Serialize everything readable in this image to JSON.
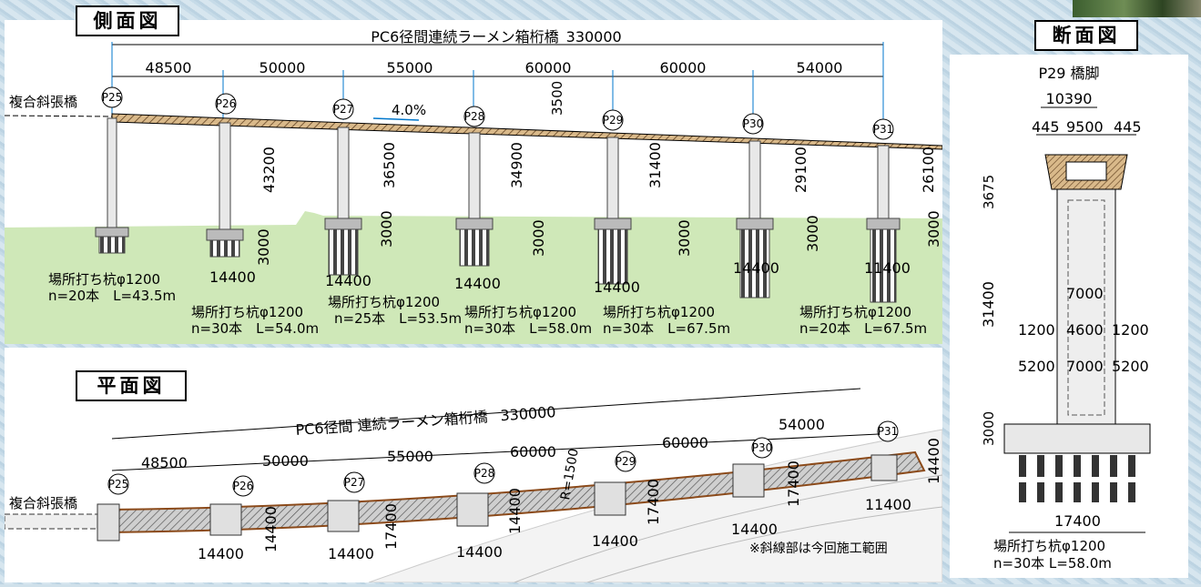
{
  "side_view": {
    "title": "側面図",
    "bridge_name": "PC6径間連続ラーメン箱桁橋",
    "total_length": "330000",
    "spans": [
      "48500",
      "50000",
      "55000",
      "60000",
      "60000",
      "54000"
    ],
    "grade": "4.0%",
    "left_bridge": "複合斜張橋",
    "deck_drop": "3500",
    "piers": [
      {
        "label": "P25",
        "height": "",
        "footing": "",
        "width": "",
        "pile_desc": "場所打ち杭φ1200",
        "pile_count": "n=20本　L=43.5m"
      },
      {
        "label": "P26",
        "height": "43200",
        "footing": "3000",
        "width": "14400",
        "pile_desc": "場所打ち杭φ1200",
        "pile_count": "n=30本　L=54.0m"
      },
      {
        "label": "P27",
        "height": "36500",
        "footing": "3000",
        "width": "14400",
        "pile_desc": "場所打ち杭φ1200",
        "pile_count": "n=25本　L=53.5m"
      },
      {
        "label": "P28",
        "height": "34900",
        "footing": "3000",
        "width": "14400",
        "pile_desc": "場所打ち杭φ1200",
        "pile_count": "n=30本　L=58.0m"
      },
      {
        "label": "P29",
        "height": "31400",
        "footing": "3000",
        "width": "14400",
        "pile_desc": "場所打ち杭φ1200",
        "pile_count": "n=30本　L=67.5m"
      },
      {
        "label": "P30",
        "height": "29100",
        "footing": "3000",
        "width": "14400",
        "pile_desc": "",
        "": "",
        "pile_count": ""
      },
      {
        "label": "P31",
        "height": "26100",
        "footing": "3000",
        "width": "11400",
        "pile_desc": "場所打ち杭φ1200",
        "pile_count": "n=20本　L=67.5m"
      }
    ]
  },
  "plan_view": {
    "title": "平面図",
    "bridge_name": "PC6径間 連続ラーメン箱桁橋",
    "total_length": "330000",
    "spans": [
      "48500",
      "50000",
      "55000",
      "60000",
      "60000",
      "54000"
    ],
    "left_bridge": "複合斜張橋",
    "radius": "R=1500",
    "pier_labels": [
      "P25",
      "P26",
      "P27",
      "P28",
      "P29",
      "P30",
      "P31"
    ],
    "footing_widths": [
      "14400",
      "14400",
      "14400",
      "14400",
      "14400",
      "11400"
    ],
    "footing_lengths": [
      "14400",
      "17400",
      "14400",
      "17400",
      "17400",
      "14400"
    ],
    "note": "※斜線部は今回施工範囲"
  },
  "section_view": {
    "title": "断面図",
    "pier_name": "P29 橋脚",
    "top_width": "10390",
    "top_parts": [
      "445",
      "9500",
      "445"
    ],
    "girder_height": "3675",
    "pier_height": "31400",
    "footing_height": "3000",
    "inner": "7000",
    "mid_parts": [
      "1200",
      "4600",
      "1200"
    ],
    "low_parts": [
      "5200",
      "7000",
      "5200"
    ],
    "footing_width": "17400",
    "pile_desc": "場所打ち杭φ1200",
    "pile_count": "n=30本 L=58.0m"
  }
}
